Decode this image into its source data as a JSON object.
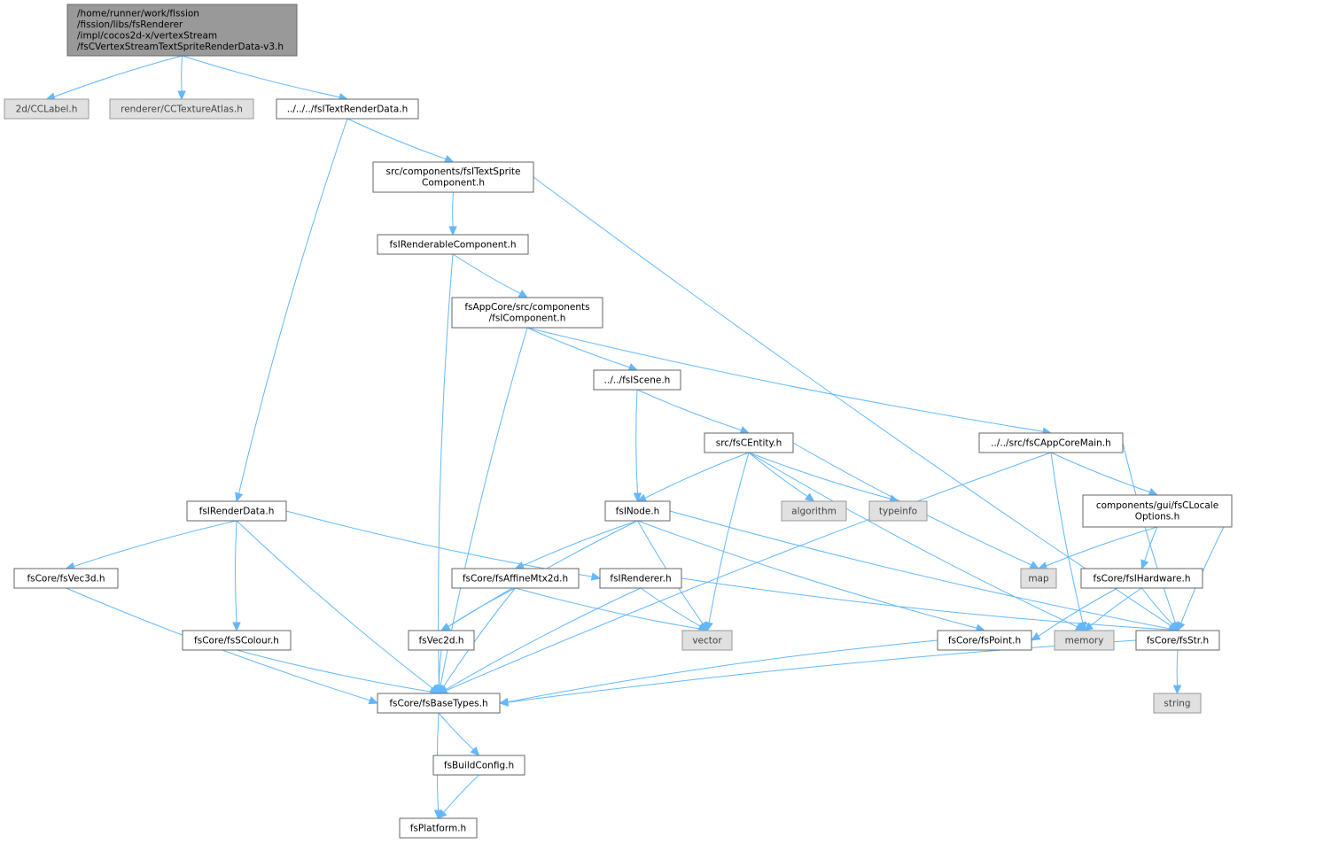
{
  "diagram": {
    "nodes": [
      {
        "id": "root",
        "kind": "root",
        "lines": [
          "/home/runner/work/fission",
          "/fission/libs/fsRenderer",
          "/impl/cocos2d-x/vertexStream",
          "/fsCVertexStreamTextSpriteRenderData-v3.h"
        ]
      },
      {
        "id": "cclabel",
        "kind": "external",
        "lines": [
          "2d/CCLabel.h"
        ]
      },
      {
        "id": "texatlas",
        "kind": "external",
        "lines": [
          "renderer/CCTextureAtlas.h"
        ]
      },
      {
        "id": "itextrd",
        "kind": "default",
        "lines": [
          "../../../fsITextRenderData.h"
        ]
      },
      {
        "id": "itextsprite",
        "kind": "default",
        "lines": [
          "src/components/fsITextSprite",
          "Component.h"
        ]
      },
      {
        "id": "irenderable",
        "kind": "default",
        "lines": [
          "fsIRenderableComponent.h"
        ]
      },
      {
        "id": "icomponent",
        "kind": "default",
        "lines": [
          "fsAppCore/src/components",
          "/fsIComponent.h"
        ]
      },
      {
        "id": "iscene",
        "kind": "default",
        "lines": [
          "../../fsIScene.h"
        ]
      },
      {
        "id": "centity",
        "kind": "default",
        "lines": [
          "src/fsCEntity.h"
        ]
      },
      {
        "id": "appcoremain",
        "kind": "default",
        "lines": [
          "../../src/fsCAppCoreMain.h"
        ]
      },
      {
        "id": "irenderdata",
        "kind": "default",
        "lines": [
          "fsIRenderData.h"
        ]
      },
      {
        "id": "inode",
        "kind": "default",
        "lines": [
          "fsINode.h"
        ]
      },
      {
        "id": "algorithm",
        "kind": "external",
        "lines": [
          "algorithm"
        ]
      },
      {
        "id": "typeinfo",
        "kind": "external",
        "lines": [
          "typeinfo"
        ]
      },
      {
        "id": "locale",
        "kind": "default",
        "lines": [
          "components/gui/fsCLocale",
          "Options.h"
        ]
      },
      {
        "id": "vec3d",
        "kind": "default",
        "lines": [
          "fsCore/fsVec3d.h"
        ]
      },
      {
        "id": "affine",
        "kind": "default",
        "lines": [
          "fsCore/fsAffineMtx2d.h"
        ]
      },
      {
        "id": "irenderer",
        "kind": "default",
        "lines": [
          "fsIRenderer.h"
        ]
      },
      {
        "id": "map",
        "kind": "external",
        "lines": [
          "map"
        ]
      },
      {
        "id": "ihardware",
        "kind": "default",
        "lines": [
          "fsCore/fsIHardware.h"
        ]
      },
      {
        "id": "scolour",
        "kind": "default",
        "lines": [
          "fsCore/fsSColour.h"
        ]
      },
      {
        "id": "vec2d",
        "kind": "default",
        "lines": [
          "fsVec2d.h"
        ]
      },
      {
        "id": "vector",
        "kind": "external",
        "lines": [
          "vector"
        ]
      },
      {
        "id": "point",
        "kind": "default",
        "lines": [
          "fsCore/fsPoint.h"
        ]
      },
      {
        "id": "memory",
        "kind": "external",
        "lines": [
          "memory"
        ]
      },
      {
        "id": "str",
        "kind": "default",
        "lines": [
          "fsCore/fsStr.h"
        ]
      },
      {
        "id": "basetypes",
        "kind": "default",
        "lines": [
          "fsCore/fsBaseTypes.h"
        ]
      },
      {
        "id": "string",
        "kind": "external",
        "lines": [
          "string"
        ]
      },
      {
        "id": "buildconfig",
        "kind": "default",
        "lines": [
          "fsBuildConfig.h"
        ]
      },
      {
        "id": "platform",
        "kind": "default",
        "lines": [
          "fsPlatform.h"
        ]
      }
    ],
    "edges": [
      {
        "from": "root",
        "to": "cclabel"
      },
      {
        "from": "root",
        "to": "texatlas"
      },
      {
        "from": "root",
        "to": "itextrd"
      },
      {
        "from": "itextrd",
        "to": "irenderdata"
      },
      {
        "from": "itextrd",
        "to": "itextsprite"
      },
      {
        "from": "itextsprite",
        "to": "irenderable"
      },
      {
        "from": "itextsprite",
        "to": "str"
      },
      {
        "from": "irenderable",
        "to": "basetypes"
      },
      {
        "from": "irenderable",
        "to": "icomponent"
      },
      {
        "from": "icomponent",
        "to": "basetypes"
      },
      {
        "from": "icomponent",
        "to": "iscene"
      },
      {
        "from": "icomponent",
        "to": "appcoremain"
      },
      {
        "from": "iscene",
        "to": "inode"
      },
      {
        "from": "iscene",
        "to": "centity"
      },
      {
        "from": "centity",
        "to": "inode"
      },
      {
        "from": "centity",
        "to": "vector"
      },
      {
        "from": "centity",
        "to": "memory"
      },
      {
        "from": "centity",
        "to": "algorithm"
      },
      {
        "from": "centity",
        "to": "typeinfo"
      },
      {
        "from": "centity",
        "to": "map"
      },
      {
        "from": "appcoremain",
        "to": "basetypes"
      },
      {
        "from": "appcoremain",
        "to": "memory"
      },
      {
        "from": "appcoremain",
        "to": "locale"
      },
      {
        "from": "appcoremain",
        "to": "str"
      },
      {
        "from": "locale",
        "to": "map"
      },
      {
        "from": "locale",
        "to": "ihardware"
      },
      {
        "from": "locale",
        "to": "str"
      },
      {
        "from": "ihardware",
        "to": "point"
      },
      {
        "from": "ihardware",
        "to": "memory"
      },
      {
        "from": "ihardware",
        "to": "str"
      },
      {
        "from": "irenderdata",
        "to": "vec3d"
      },
      {
        "from": "irenderdata",
        "to": "basetypes"
      },
      {
        "from": "irenderdata",
        "to": "scolour"
      },
      {
        "from": "irenderdata",
        "to": "irenderer"
      },
      {
        "from": "vec3d",
        "to": "basetypes"
      },
      {
        "from": "scolour",
        "to": "basetypes"
      },
      {
        "from": "inode",
        "to": "vec2d"
      },
      {
        "from": "inode",
        "to": "affine"
      },
      {
        "from": "inode",
        "to": "vector"
      },
      {
        "from": "inode",
        "to": "point"
      },
      {
        "from": "inode",
        "to": "str"
      },
      {
        "from": "affine",
        "to": "vec2d"
      },
      {
        "from": "affine",
        "to": "basetypes"
      },
      {
        "from": "affine",
        "to": "vector"
      },
      {
        "from": "irenderer",
        "to": "basetypes"
      },
      {
        "from": "irenderer",
        "to": "vector"
      },
      {
        "from": "irenderer",
        "to": "str"
      },
      {
        "from": "vec2d",
        "to": "basetypes"
      },
      {
        "from": "point",
        "to": "basetypes"
      },
      {
        "from": "str",
        "to": "basetypes"
      },
      {
        "from": "str",
        "to": "string"
      },
      {
        "from": "basetypes",
        "to": "buildconfig"
      },
      {
        "from": "basetypes",
        "to": "platform"
      },
      {
        "from": "buildconfig",
        "to": "platform"
      }
    ]
  }
}
